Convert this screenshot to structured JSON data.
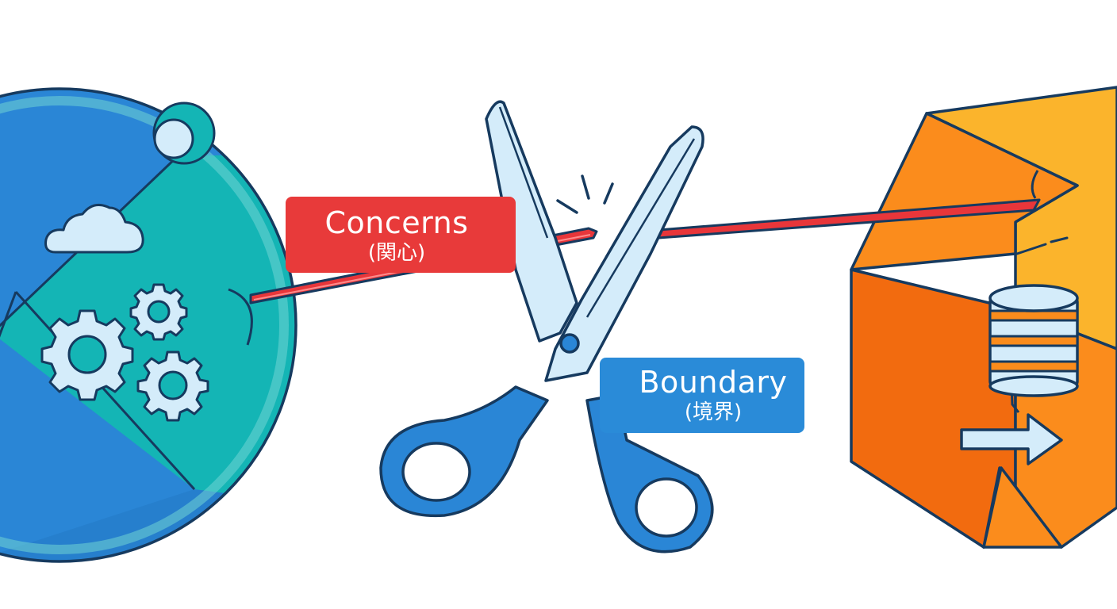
{
  "labels": {
    "concerns": {
      "en": "Concerns",
      "ja": "(関心)",
      "color": "#e83a3a"
    },
    "boundary": {
      "en": "Boundary",
      "ja": "(境界)",
      "color": "#2a8bd8"
    }
  },
  "icons": [
    "cloud-icon",
    "gear-icon",
    "database-icon",
    "arrow-right-icon",
    "scissors-icon"
  ],
  "colors": {
    "outline": "#163a5f",
    "blue": "#2a86d6",
    "teal": "#14b5b5",
    "light_blue": "#d4ecfa",
    "orange_dark": "#f26b0f",
    "orange": "#fb8c1c",
    "yellow": "#fbb42c",
    "red": "#e8363a"
  }
}
